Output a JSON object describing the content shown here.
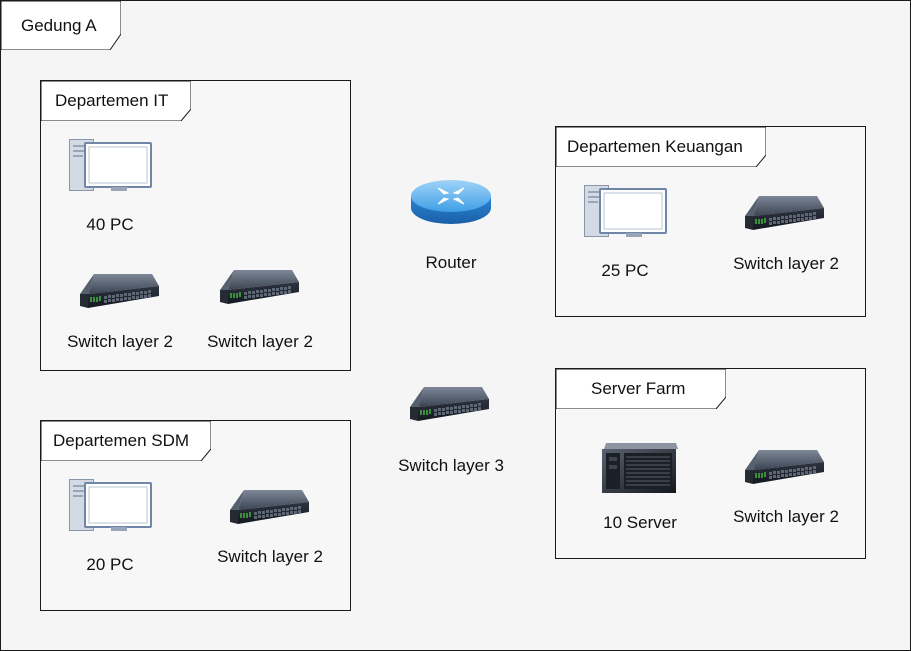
{
  "building": {
    "label": "Gedung A"
  },
  "groups": {
    "it": {
      "title": "Departemen IT",
      "pc_label": "40 PC",
      "switch1_label": "Switch layer 2",
      "switch2_label": "Switch layer 2"
    },
    "sdm": {
      "title": "Departemen SDM",
      "pc_label": "20 PC",
      "switch_label": "Switch layer 2"
    },
    "keuangan": {
      "title": "Departemen Keuangan",
      "pc_label": "25 PC",
      "switch_label": "Switch layer 2"
    },
    "server_farm": {
      "title": "Server Farm",
      "server_label": "10 Server",
      "switch_label": "Switch layer 2"
    }
  },
  "core": {
    "router_label": "Router",
    "switch_label": "Switch layer 3"
  },
  "icons": {
    "pc": "desktop-computer-icon",
    "switch": "network-switch-icon",
    "router": "router-icon",
    "server": "rack-server-icon"
  }
}
